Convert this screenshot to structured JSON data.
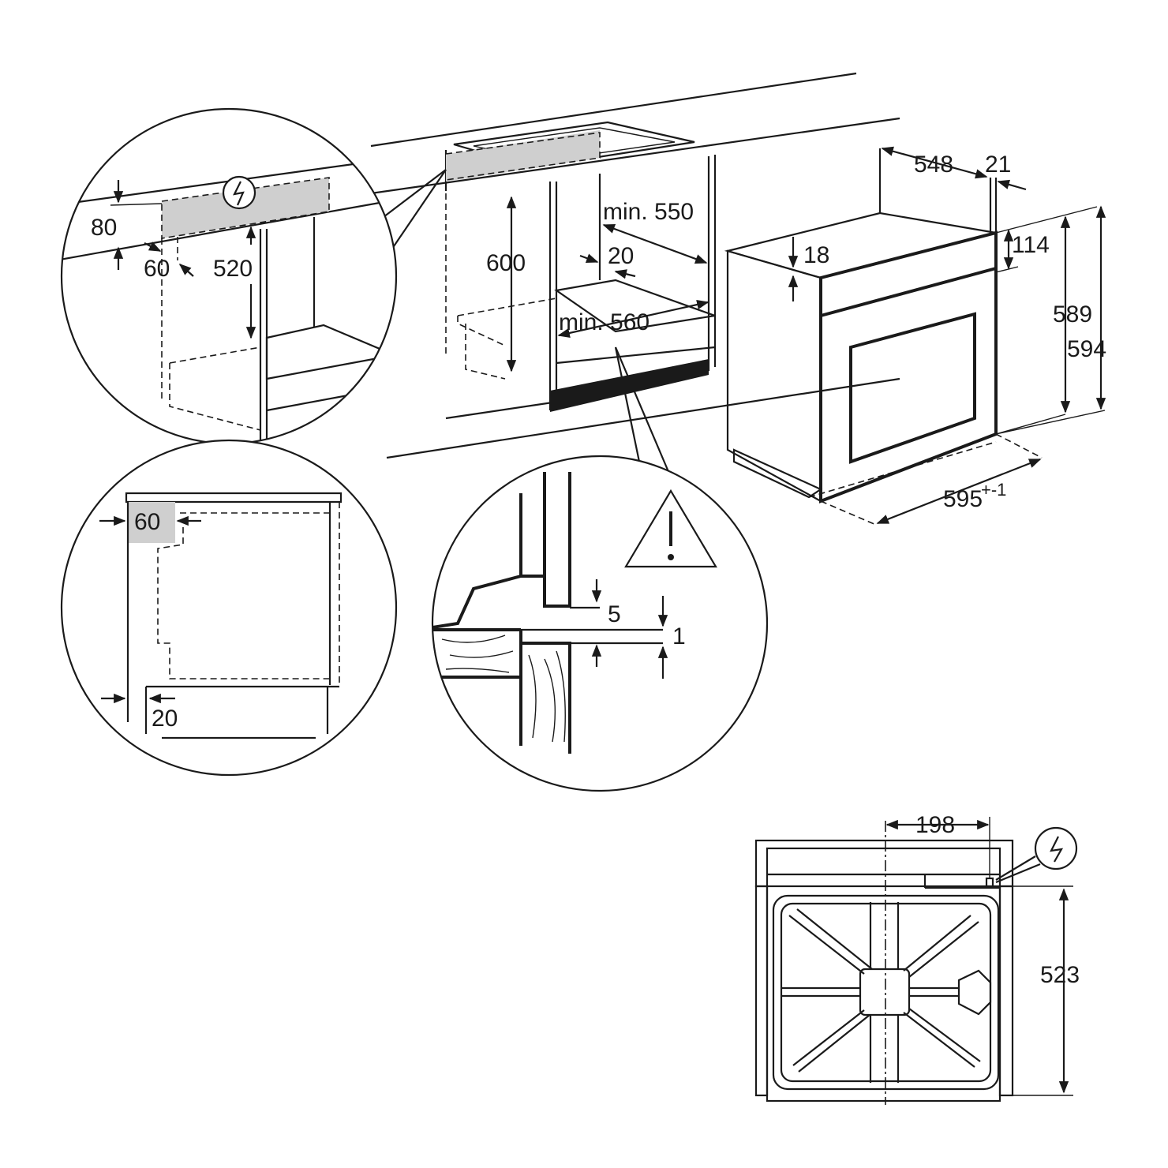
{
  "detail_top_left": {
    "dim_80": "80",
    "dim_60": "60",
    "dim_520": "520"
  },
  "main_view": {
    "dim_600": "600",
    "dim_min_550": "min. 550",
    "dim_20": "20",
    "dim_min_560": "min. 560"
  },
  "oven_view": {
    "dim_548": "548",
    "dim_21": "21",
    "dim_114": "114",
    "dim_18": "18",
    "dim_589": "589",
    "dim_594": "594",
    "dim_595": "595",
    "dim_595_tolerance": "+-1"
  },
  "detail_bottom_left": {
    "dim_60": "60",
    "dim_20": "20"
  },
  "detail_bottom_middle": {
    "dim_5": "5",
    "dim_1": "1"
  },
  "rear_view": {
    "dim_198": "198",
    "dim_523": "523"
  },
  "icons": {
    "electrical": "lightning-bolt-in-circle",
    "warning": "exclamation-triangle"
  }
}
